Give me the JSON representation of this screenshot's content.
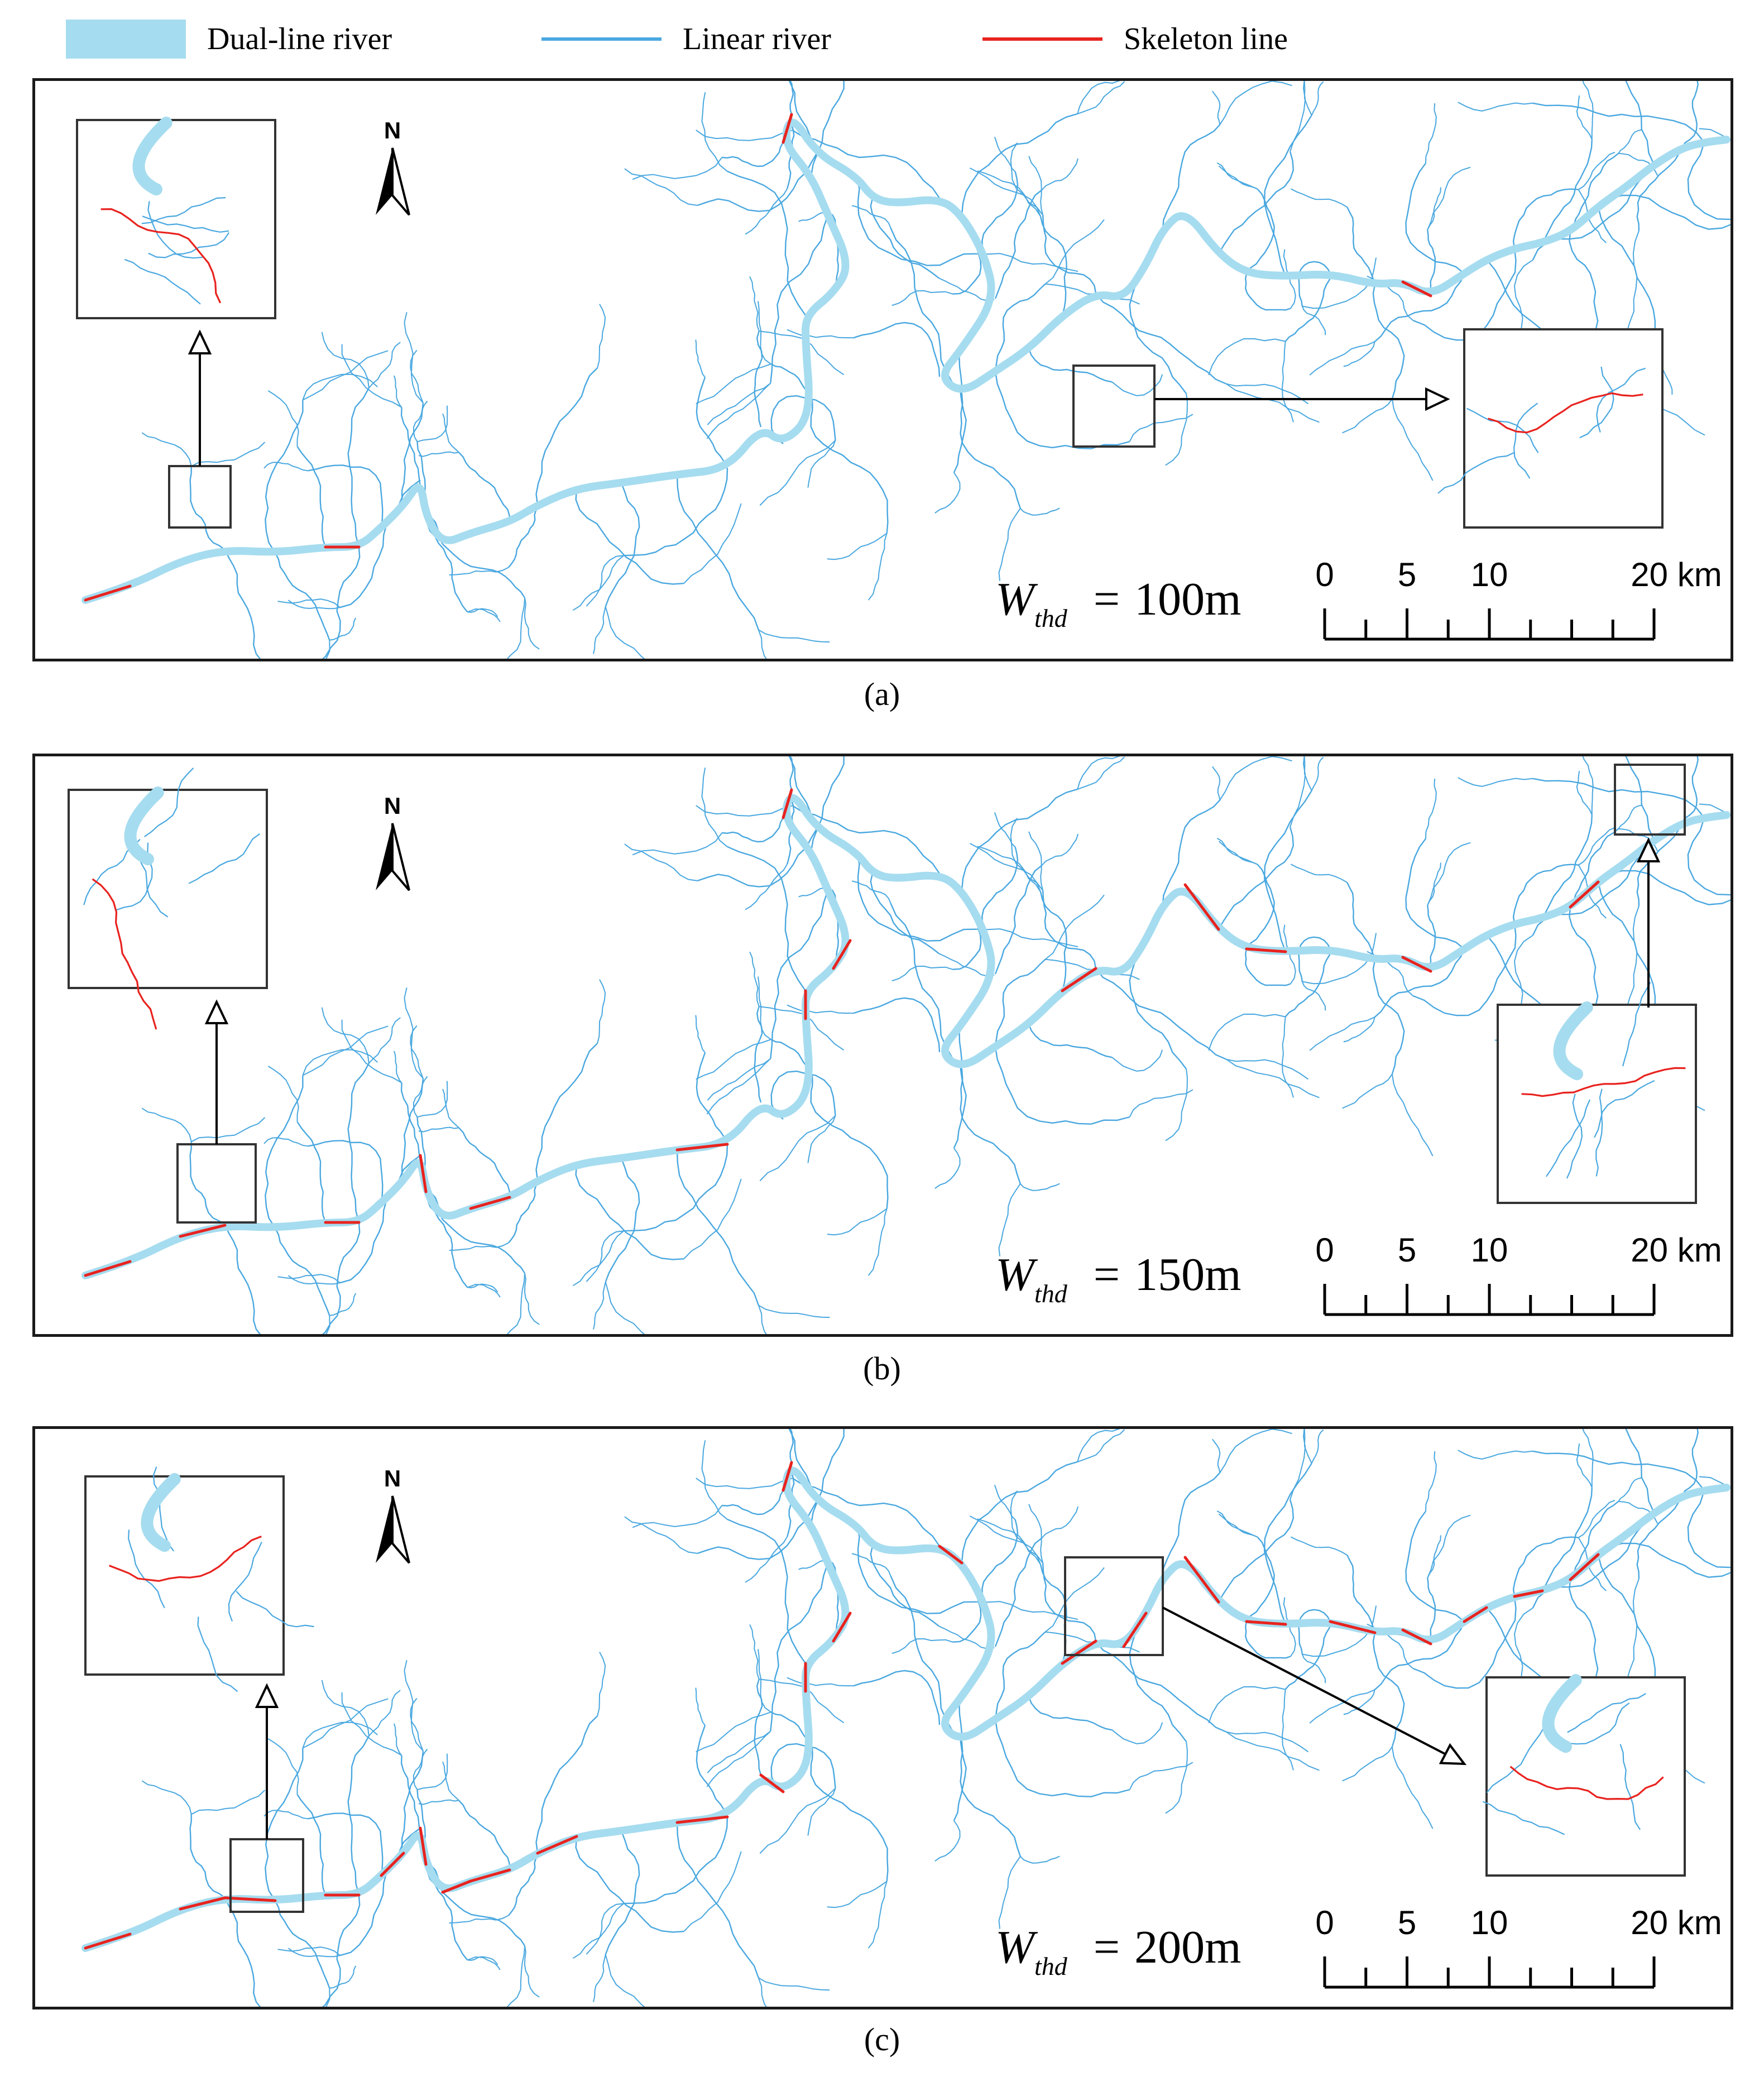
{
  "legend": {
    "items": [
      {
        "label": "Dual-line river",
        "swatch": "dual"
      },
      {
        "label": "Linear river",
        "swatch": "line"
      },
      {
        "label": "Skeleton line",
        "swatch": "skeleton"
      }
    ]
  },
  "colors": {
    "dual_line_river": "#a6dcef",
    "linear_river": "#4aa8e0",
    "skeleton_line": "#e8231f",
    "frame": "#1a1a1a"
  },
  "north_arrow": {
    "label": "N"
  },
  "scale_bar": {
    "ticks": [
      "0",
      "5",
      "10",
      "20 km"
    ]
  },
  "panels": [
    {
      "caption": "(a)",
      "threshold_symbol": "W",
      "threshold_subscript": "thd",
      "equals": "=",
      "threshold_value": "100m"
    },
    {
      "caption": "(b)",
      "threshold_symbol": "W",
      "threshold_subscript": "thd",
      "equals": "=",
      "threshold_value": "150m"
    },
    {
      "caption": "(c)",
      "threshold_symbol": "W",
      "threshold_subscript": "thd",
      "equals": "=",
      "threshold_value": "200m"
    }
  ],
  "icons": [
    "north-arrow-icon",
    "zoom-arrow-icon"
  ]
}
